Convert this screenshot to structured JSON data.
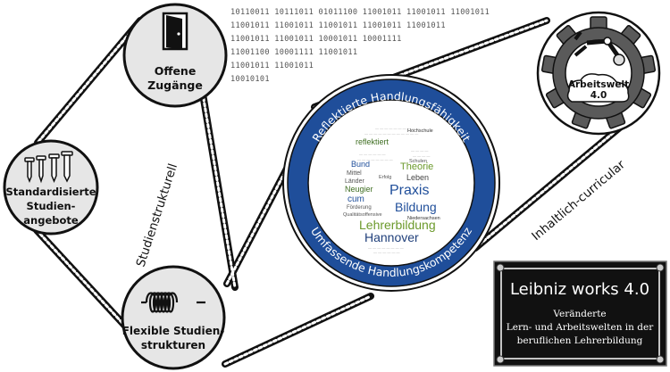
{
  "nodes": {
    "open_access": {
      "label_lines": [
        "Offene",
        "Zugänge"
      ],
      "icon": "door-icon"
    },
    "standard": {
      "label_lines": [
        "Standardisierte",
        "Studien-",
        "angebote"
      ],
      "icon": "screws-icon"
    },
    "flexible": {
      "label_lines": [
        "Flexible Studien-",
        "strukturen"
      ],
      "icon": "spring-icon"
    },
    "work": {
      "label_lines": [
        "Arbeitswelt",
        "4.0"
      ],
      "icon": "gear-robot-icon"
    }
  },
  "binary_lines": [
    "10110011 10111011 01011100 11001011 11001011 11001011",
    "11001011 11001011 11001011 11001011 11001011",
    "11001011 11001011 10001011 10001111",
    "11001100 10001111 11001011",
    "11001011 11001011",
    "10010101"
  ],
  "side_labels": {
    "left": "Studienstrukturell",
    "right": "Inhaltlich-curricular"
  },
  "center": {
    "top_arc": "Reflektierte Handlungsfähigkeit",
    "bottom_arc": "Umfassende Handlungskompetenz",
    "ring_color": "#1f4e9a",
    "words": {
      "reflektiert": "reflektiert",
      "theorie": "Theorie",
      "bund": "Bund",
      "leben": "Leben",
      "mittel": "Mittel",
      "praxis": "Praxis",
      "lander": "Länder",
      "neugier": "Neugier",
      "cum": "cum",
      "bildung": "Bildung",
      "lehrerbildung": "Lehrerbildung",
      "hannover": "Hannover",
      "hochschule": "Hochschule",
      "niedersachsen": "Niedersachsen",
      "forderung": "Förderung",
      "qualitat": "Qualitätsoffensive",
      "schulen": "Schulen",
      "erfolg": "Erfolg"
    }
  },
  "plaque": {
    "title": "Leibniz works 4.0",
    "lines": [
      "Veränderte",
      "Lern- und Arbeitswelten in der",
      "beruflichen Lehrerbildung"
    ]
  }
}
